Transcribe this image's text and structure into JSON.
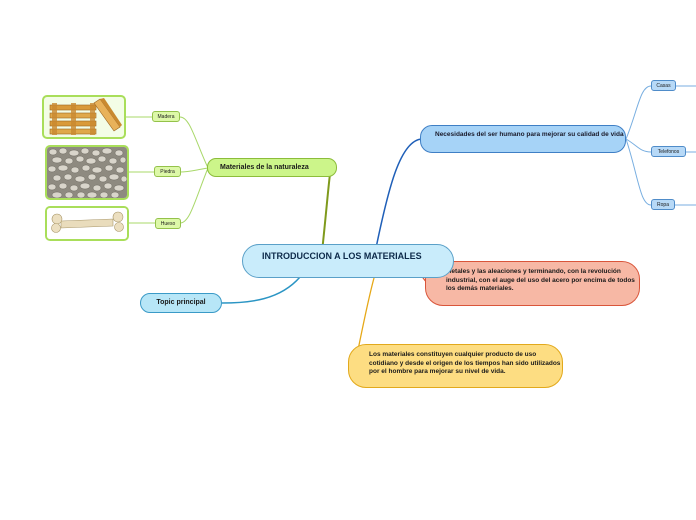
{
  "central": "INTRODUCCION A LOS MATERIALES",
  "naturaleza": {
    "label": "Materiales de la naturaleza",
    "items": [
      "Madera",
      "Piedra",
      "Hueso"
    ]
  },
  "necesidades": {
    "label": "Necesidades del ser humano para mejorar su calidad de vida",
    "items": [
      "Casas",
      "Telefonos",
      "Ropa"
    ]
  },
  "metales": "Metales y las aleaciones y terminando, con la revolución industrial, con el auge del uso del acero por encima de todos los demás materiales.",
  "materiales": "Los materiales constituyen cualquier producto de uso cotidiano y desde el origen de los tiempos han sido utilizados por el hombre para mejorar su nivel de vida.",
  "topic": "Topic principal",
  "colors": {
    "central": "#c9ecfb",
    "naturaleza": "#ccf58a",
    "necesidades": "#a6d3f7",
    "metales": "#f7b8a5",
    "materiales": "#fddd82",
    "topic": "#b7e6f7"
  }
}
